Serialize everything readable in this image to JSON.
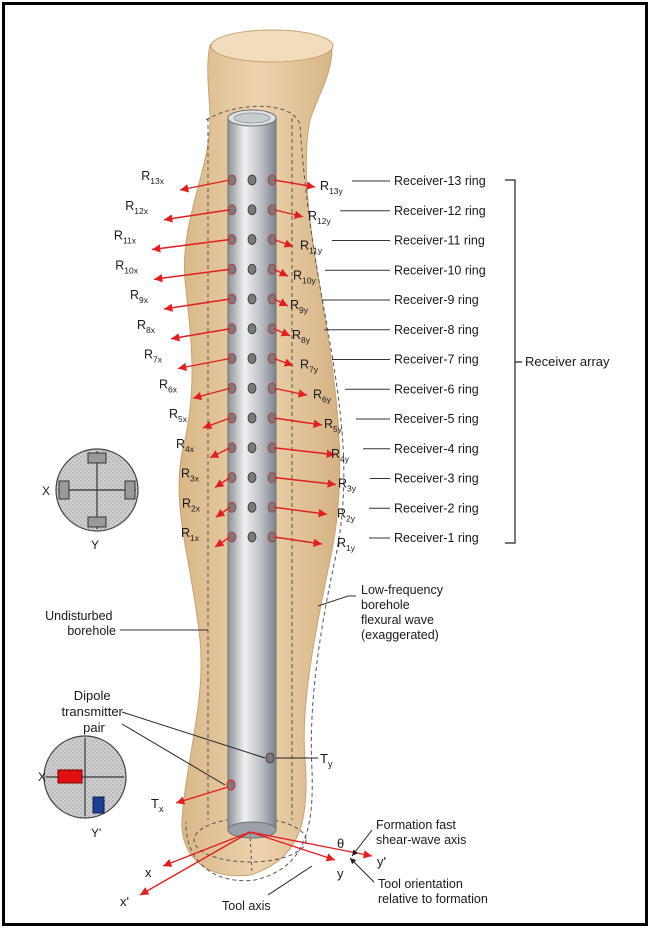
{
  "receivers": [
    {
      "ring": "Receiver-13 ring",
      "x_main": "R",
      "x_sub": "13x",
      "y_main": "R",
      "y_sub": "13y"
    },
    {
      "ring": "Receiver-12 ring",
      "x_main": "R",
      "x_sub": "12x",
      "y_main": "R",
      "y_sub": "12y"
    },
    {
      "ring": "Receiver-11 ring",
      "x_main": "R",
      "x_sub": "11x",
      "y_main": "R",
      "y_sub": "11y"
    },
    {
      "ring": "Receiver-10 ring",
      "x_main": "R",
      "x_sub": "10x",
      "y_main": "R",
      "y_sub": "10y"
    },
    {
      "ring": "Receiver-9 ring",
      "x_main": "R",
      "x_sub": "9x",
      "y_main": "R",
      "y_sub": "9y"
    },
    {
      "ring": "Receiver-8 ring",
      "x_main": "R",
      "x_sub": "8x",
      "y_main": "R",
      "y_sub": "8y"
    },
    {
      "ring": "Receiver-7 ring",
      "x_main": "R",
      "x_sub": "7x",
      "y_main": "R",
      "y_sub": "7y"
    },
    {
      "ring": "Receiver-6 ring",
      "x_main": "R",
      "x_sub": "6x",
      "y_main": "R",
      "y_sub": "6y"
    },
    {
      "ring": "Receiver-5 ring",
      "x_main": "R",
      "x_sub": "5x",
      "y_main": "R",
      "y_sub": "5y"
    },
    {
      "ring": "Receiver-4 ring",
      "x_main": "R",
      "x_sub": "4x",
      "y_main": "R",
      "y_sub": "4y"
    },
    {
      "ring": "Receiver-3 ring",
      "x_main": "R",
      "x_sub": "3x",
      "y_main": "R",
      "y_sub": "3y"
    },
    {
      "ring": "Receiver-2 ring",
      "x_main": "R",
      "x_sub": "2x",
      "y_main": "R",
      "y_sub": "2y"
    },
    {
      "ring": "Receiver-1 ring",
      "x_main": "R",
      "x_sub": "1x",
      "y_main": "R",
      "y_sub": "1y"
    }
  ],
  "labels": {
    "receiver_array": "Receiver array",
    "low_freq": [
      "Low-frequency",
      "borehole",
      "flexural wave",
      "(exaggerated)"
    ],
    "undisturbed": [
      "Undisturbed",
      "borehole"
    ],
    "dipole": [
      "Dipole",
      "transmitter",
      "pair"
    ],
    "tx_main": "T",
    "tx_sub": "x",
    "ty_main": "T",
    "ty_sub": "y",
    "formation_axis": [
      "Formation fast",
      "shear-wave axis"
    ],
    "tool_orientation": [
      "Tool orientation",
      "relative to formation"
    ],
    "tool_axis": "Tool axis",
    "theta": "θ",
    "axis_x": "x",
    "axis_x_prime": "x'",
    "axis_y": "y",
    "axis_y_prime": "y'",
    "inset_receiver_x": "X",
    "inset_receiver_y": "Y",
    "inset_transmitter_x": "X",
    "inset_transmitter_y": "Y'"
  },
  "colors": {
    "formation": "#e3c49a",
    "arrow": "#e02020",
    "tool": "#b9bec4",
    "receiver_button": "#7a7a7a",
    "inset_fill": "#c8c8c8",
    "transmitter_x": "#e01010",
    "transmitter_y": "#1c3f8f",
    "frame": "#000000"
  }
}
